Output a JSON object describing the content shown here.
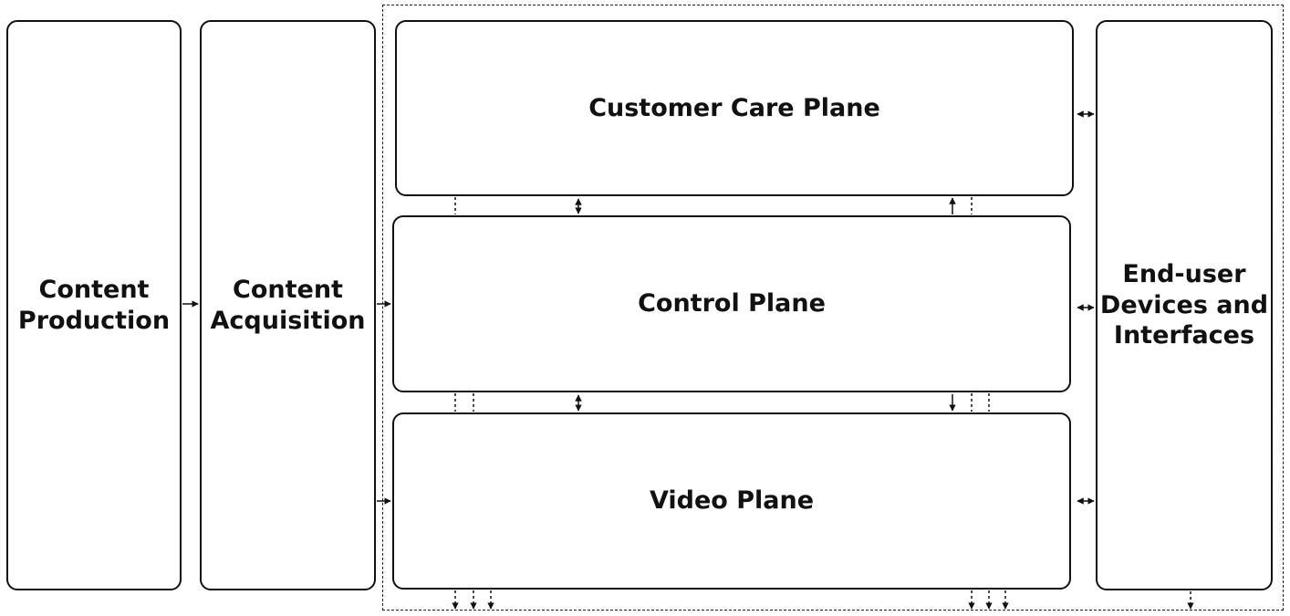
{
  "diagram": {
    "content_production": "Content\nProduction",
    "content_acquisition": "Content\nAcquisition",
    "customer_care_plane": "Customer Care Plane",
    "control_plane": "Control Plane",
    "video_plane": "Video Plane",
    "end_user_devices": "End-user\nDevices and\nInterfaces"
  },
  "colors": {
    "stroke": "#111111",
    "background": "#ffffff"
  }
}
